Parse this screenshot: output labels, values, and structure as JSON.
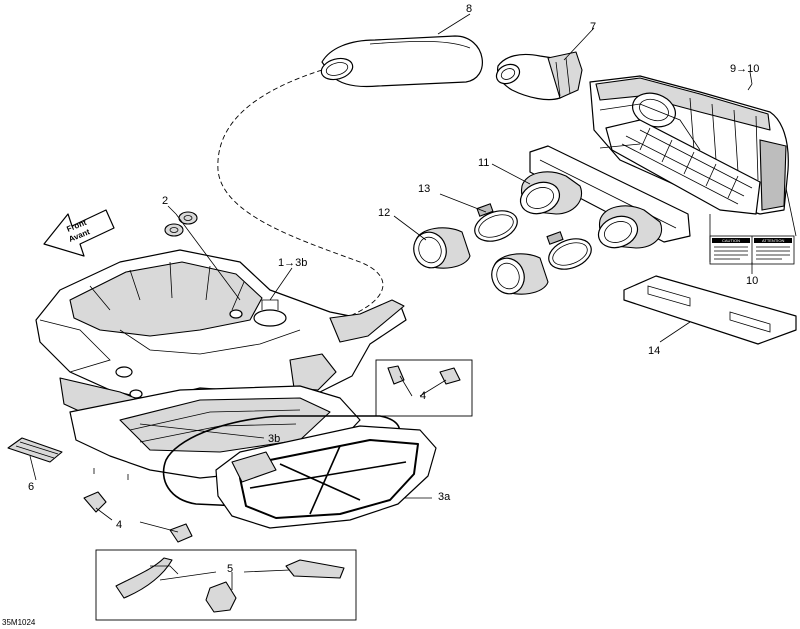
{
  "diagram": {
    "reference_code": "35M1024",
    "direction_label": {
      "line1": "Front",
      "line2": "Avant"
    },
    "callouts": {
      "c1": "1→3b",
      "c2": "2",
      "c3a": "3a",
      "c3b": "3b",
      "c4a": "4",
      "c4b": "4",
      "c5": "5",
      "c6": "6",
      "c7": "7",
      "c8": "8",
      "c9": "9→10",
      "c10": "10",
      "c11": "11",
      "c12": "12",
      "c13": "13",
      "c14": "14"
    },
    "warning_label": {
      "left": "CAUTION",
      "right": "ATTENTION"
    }
  }
}
